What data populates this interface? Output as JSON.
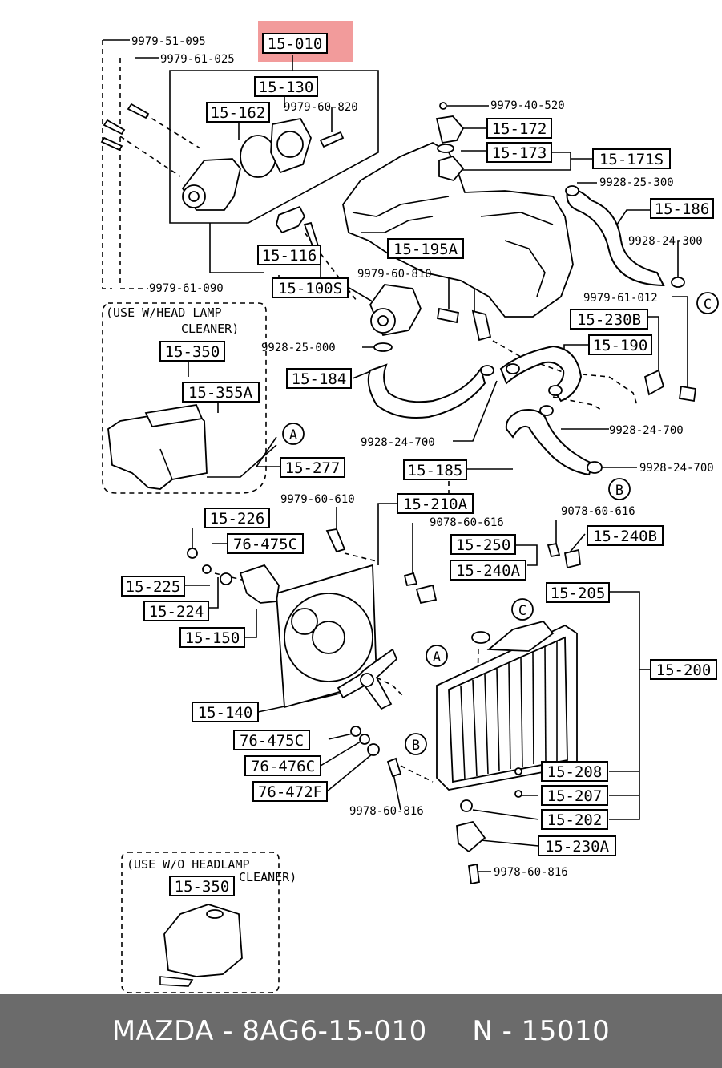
{
  "highlight_color": "#f08a8a",
  "footer": {
    "brand": "MAZDA",
    "part_number": "8AG6-15-010",
    "ref": "N - 15010",
    "separator": " - "
  },
  "notes": {
    "head_lamp_with": [
      "(USE W/HEAD LAMP",
      "CLEANER)"
    ],
    "head_lamp_without": [
      "(USE W/O HEADLAMP",
      "CLEANER)"
    ]
  },
  "callouts": [
    "A",
    "B",
    "C"
  ],
  "boxed_labels": {
    "p15_010": "15-010",
    "p15_130": "15-130",
    "p15_162": "15-162",
    "p15_172": "15-172",
    "p15_173": "15-173",
    "p15_171s": "15-171S",
    "p15_186": "15-186",
    "p15_116": "15-116",
    "p15_100s": "15-100S",
    "p15_195a": "15-195A",
    "p15_230b": "15-230B",
    "p15_190": "15-190",
    "p15_350a": "15-350",
    "p15_355a": "15-355A",
    "p15_184": "15-184",
    "p15_185": "15-185",
    "p15_277": "15-277",
    "p15_210a": "15-210A",
    "p15_226": "15-226",
    "p76_475c_a": "76-475C",
    "p15_250": "15-250",
    "p15_240b": "15-240B",
    "p15_225": "15-225",
    "p15_240a": "15-240A",
    "p15_224": "15-224",
    "p15_205": "15-205",
    "p15_150": "15-150",
    "p15_200": "15-200",
    "p15_140": "15-140",
    "p76_475c_b": "76-475C",
    "p76_476c": "76-476C",
    "p76_472f": "76-472F",
    "p15_208": "15-208",
    "p15_207": "15-207",
    "p15_202": "15-202",
    "p15_230a": "15-230A",
    "p15_350b": "15-350"
  },
  "plain_labels": {
    "c9979_51_095": "9979-51-095",
    "c9979_61_025": "9979-61-025",
    "c9979_60_820": "9979-60-820",
    "c9979_40_520": "9979-40-520",
    "c9928_25_300": "9928-25-300",
    "c9928_24_300": "9928-24-300",
    "c9979_60_810": "9979-60-810",
    "c9979_61_090": "9979-61-090",
    "c9979_61_012": "9979-61-012",
    "c9928_25_000": "9928-25-000",
    "c9928_24_700_a": "9928-24-700",
    "c9928_24_700_b": "9928-24-700",
    "c9928_24_700_c": "9928-24-700",
    "c9979_60_610": "9979-60-610",
    "c9078_60_616_a": "9078-60-616",
    "c9078_60_616_b": "9078-60-616",
    "c9978_60_816_a": "9978-60-816",
    "c9978_60_816_b": "9978-60-816"
  }
}
